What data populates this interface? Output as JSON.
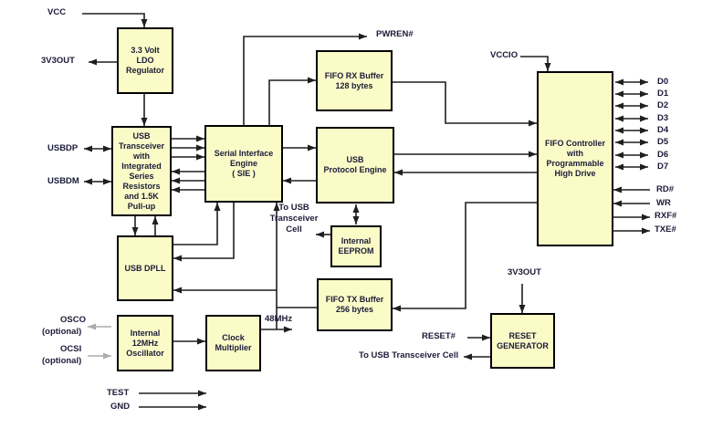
{
  "colors": {
    "background": "#FFFFFF",
    "block_fill": "#FBFBC8",
    "block_border": "#000000",
    "text": "#1B1B38",
    "wire": "#1F1F1F",
    "optional_wire": "#ABABAB"
  },
  "blocks": {
    "ldo": {
      "label": "3.3 Volt\nLDO\nRegulator"
    },
    "usb_transceiver": {
      "label": "USB\nTransceiver\nwith\nIntegrated\nSeries\nResistors\nand 1.5K\nPull-up"
    },
    "sie": {
      "label": "Serial Interface\nEngine\n( SIE )"
    },
    "fifo_rx": {
      "label": "FIFO RX Buffer\n128 bytes"
    },
    "usb_protocol_engine": {
      "label": "USB\nProtocol Engine"
    },
    "internal_eeprom": {
      "label": "Internal\nEEPROM"
    },
    "usb_dpll": {
      "label": "USB DPLL"
    },
    "oscillator": {
      "label": "Internal\n12MHz\nOscillator"
    },
    "clock_multiplier": {
      "label": "Clock\nMultiplier"
    },
    "fifo_tx": {
      "label": "FIFO TX Buffer\n256 bytes"
    },
    "fifo_controller": {
      "label": "FIFO Controller\nwith\nProgrammable\nHigh Drive"
    },
    "reset_generator": {
      "label": "RESET\nGENERATOR"
    }
  },
  "labels": {
    "vcc": "VCC",
    "v3out_top": "3V3OUT",
    "usbdp": "USBDP",
    "usbdm": "USBDM",
    "pwren": "PWREN#",
    "vccio": "VCCIO",
    "data_bus": [
      "D0",
      "D1",
      "D2",
      "D3",
      "D4",
      "D5",
      "D6",
      "D7"
    ],
    "rd": "RD#",
    "wr": "WR",
    "rxf": "RXF#",
    "txe": "TXE#",
    "v3out_reset": "3V3OUT",
    "reset": "RESET#",
    "to_usb_cell_mid": "To USB\nTransceiver\nCell",
    "to_usb_cell_bottom": "To USB Transceiver Cell",
    "clk48": "48MHz",
    "osco": "OSCO",
    "osco_optional": "(optional)",
    "ocsi": "OCSI",
    "ocsi_optional": "(optional)",
    "test": "TEST",
    "gnd": "GND"
  },
  "connections": [
    "VCC -> LDO Regulator",
    "LDO Regulator -> 3V3OUT",
    "LDO Regulator -> USB Transceiver",
    "USBDP <-> USB Transceiver",
    "USBDM <-> USB Transceiver",
    "USB Transceiver -> SIE (x3)",
    "SIE -> USB Transceiver (x3)",
    "USB Transceiver -> USB DPLL",
    "USB DPLL -> USB Transceiver",
    "USB DPLL -> SIE",
    "SIE -> USB DPLL",
    "SIE -> PWREN#",
    "SIE -> FIFO RX Buffer",
    "FIFO RX Buffer -> FIFO Controller",
    "SIE -> USB Protocol Engine",
    "USB Protocol Engine -> SIE",
    "USB Protocol Engine -> FIFO Controller",
    "FIFO Controller -> USB Protocol Engine",
    "USB Protocol Engine <-> Internal EEPROM",
    "Internal EEPROM -> To USB Transceiver Cell",
    "FIFO Controller -> FIFO TX Buffer",
    "FIFO TX Buffer -> SIE",
    "Internal 12MHz Oscillator -> Clock Multiplier",
    "Clock Multiplier -> 48MHz (USB DPLL, SIE, FIFO TX Buffer)",
    "Oscillator -> OSCO (optional)",
    "OCSI (optional) -> Oscillator",
    "TEST ->",
    "GND ->",
    "VCCIO -> FIFO Controller",
    "FIFO Controller <-> D0-D7",
    "RD# -> FIFO Controller",
    "WR -> FIFO Controller",
    "FIFO Controller -> RXF#",
    "FIFO Controller -> TXE#",
    "3V3OUT -> Reset Generator",
    "RESET# -> Reset Generator",
    "Reset Generator -> To USB Transceiver Cell"
  ]
}
